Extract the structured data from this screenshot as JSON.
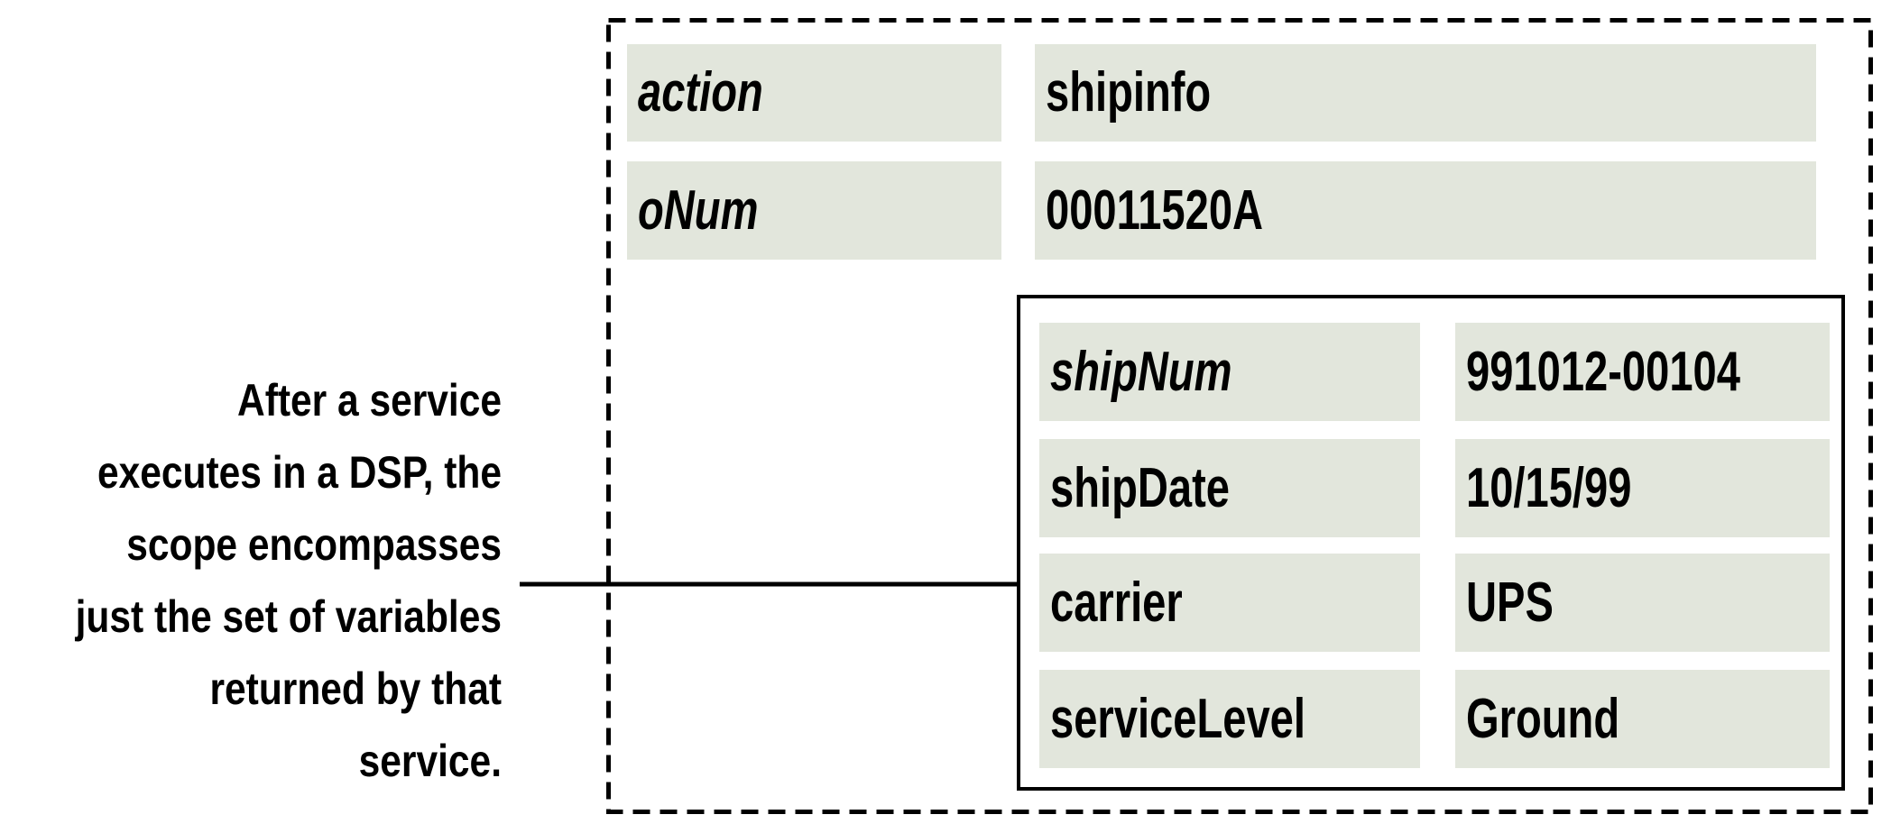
{
  "figure": {
    "annotation": {
      "lines": [
        "After a service",
        "executes in a DSP, the",
        "scope encompasses",
        "just the set of variables",
        "returned by that",
        "service."
      ]
    },
    "outer_scope": {
      "rows": [
        {
          "label": "action",
          "value": "shipinfo"
        },
        {
          "label": "oNum",
          "value": "00011520A"
        }
      ]
    },
    "service_result": {
      "rows": [
        {
          "label": "shipNum",
          "value": "991012-00104"
        },
        {
          "label": "shipDate",
          "value": "10/15/99"
        },
        {
          "label": "carrier",
          "value": "UPS"
        },
        {
          "label": "serviceLevel",
          "value": "Ground"
        }
      ]
    },
    "colors": {
      "cell_background": "#e2e6dc",
      "line": "#000000",
      "text": "#000000"
    }
  }
}
